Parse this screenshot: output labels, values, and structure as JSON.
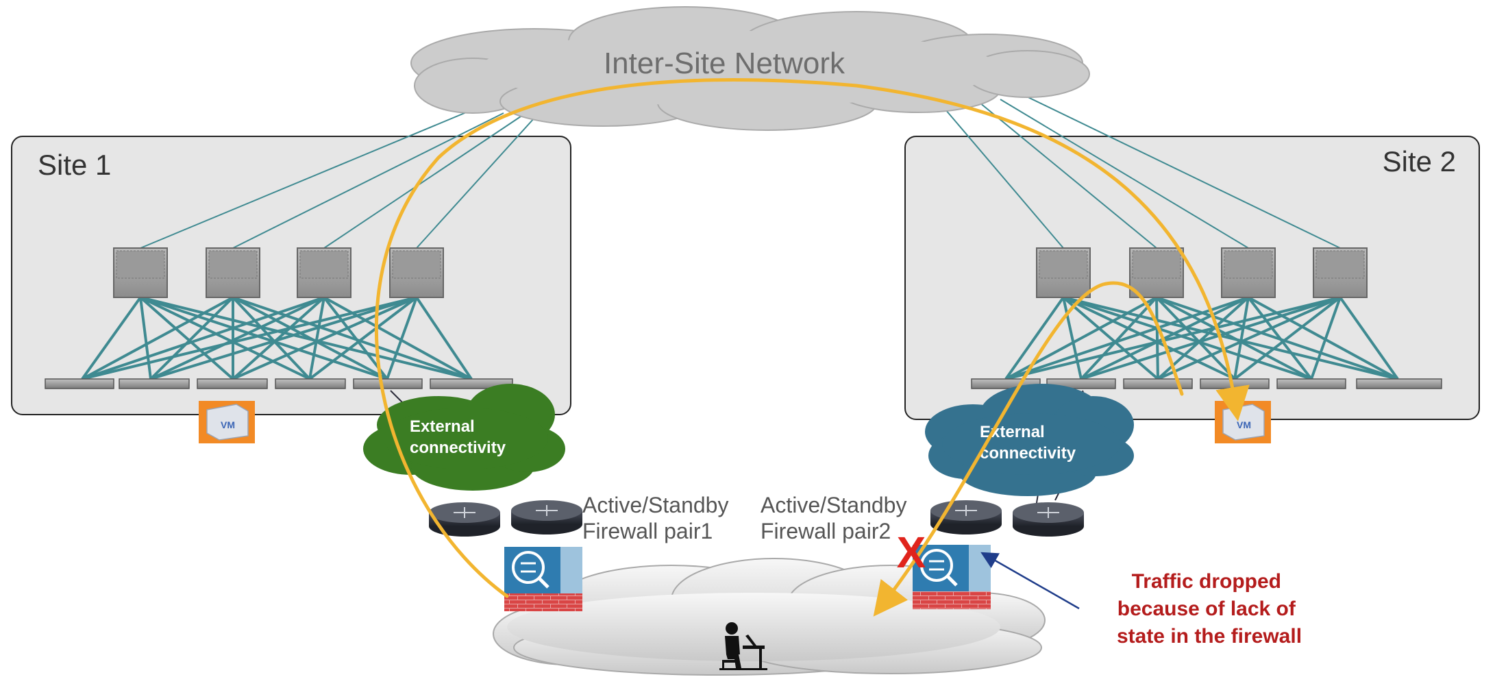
{
  "title": "Inter-Site Network",
  "site1": {
    "label": "Site 1",
    "external_label_line1": "External",
    "external_label_line2": "connectivity"
  },
  "site2": {
    "label": "Site 2",
    "external_label_line1": "External",
    "external_label_line2": "connectivity"
  },
  "firewall_pair1": {
    "line1": "Active/Standby",
    "line2": "Firewall pair1"
  },
  "firewall_pair2": {
    "line1": "Active/Standby",
    "line2": "Firewall pair2"
  },
  "vm_label": "VM",
  "drop_note": {
    "line1": "Traffic dropped",
    "line2": "because of lack of",
    "line3": "state in the firewall"
  },
  "drop_marker": "X",
  "colors": {
    "link": "#3f8a91",
    "traffic": "#f2b530",
    "site_box": "#e6e6e6",
    "cloud_grey": "#cccccc",
    "external1": "#3b7d23",
    "external2": "#35728f",
    "drop_text": "#b41c1c",
    "router": "#2b2f3a",
    "firewall": "#2f7cb0",
    "vm": "#f28a25"
  }
}
